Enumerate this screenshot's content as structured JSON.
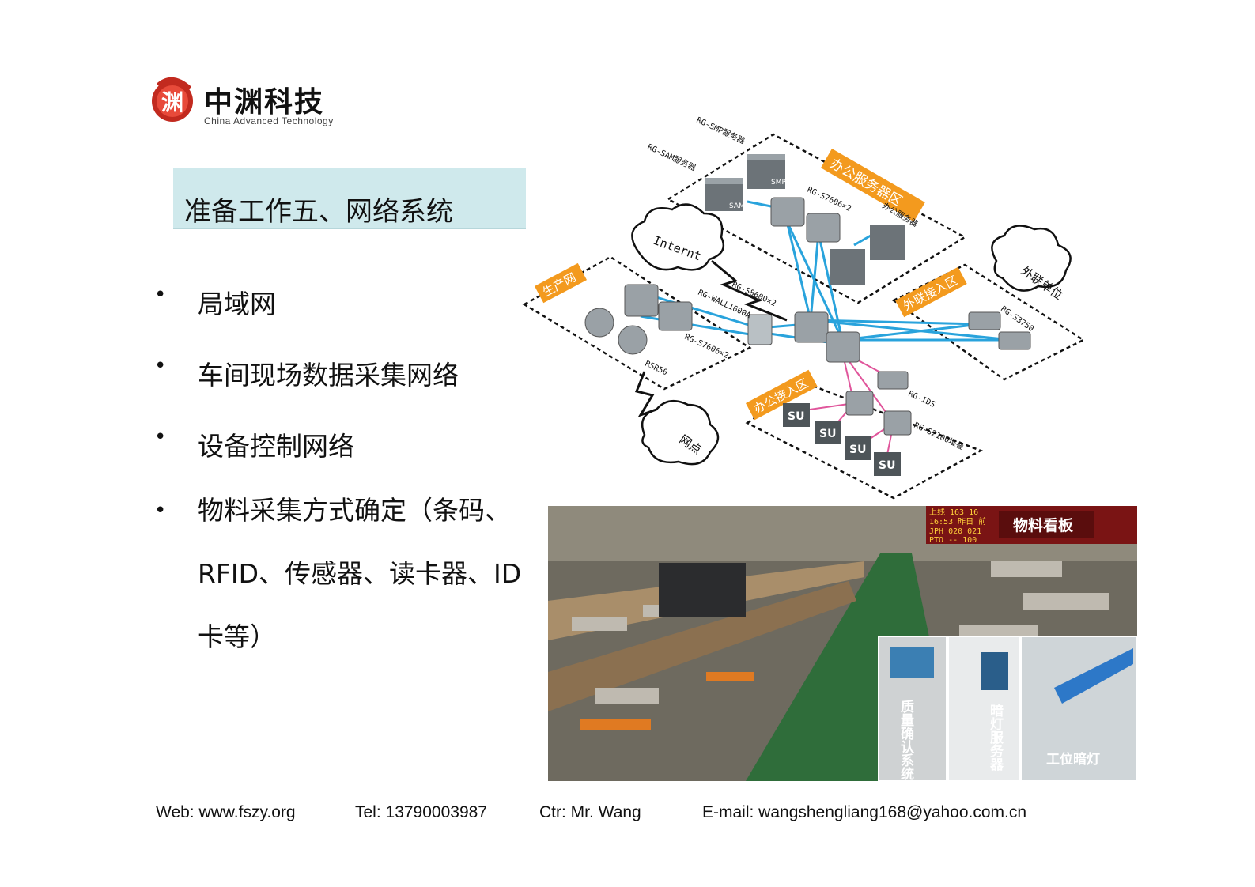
{
  "logo": {
    "name_cn": "中渊科技",
    "name_en": "China Advanced Technology",
    "glyph": "渊"
  },
  "title": "准备工作五、网络系统",
  "bullets": [
    "局域网",
    "车间现场数据采集网络",
    "设备控制网络",
    "物料采集方式确定（条码、RFID、传感器、读卡器、ID卡等）"
  ],
  "diagram": {
    "zones": [
      "办公服务器区",
      "生产网",
      "外联接入区",
      "办公接入区"
    ],
    "clouds": [
      "Internt",
      "外联单位",
      "网点"
    ],
    "labels": {
      "smp": "RG-SMP服务器",
      "sam": "RG-SAM服务器",
      "s7606_top": "RG-S7606×2",
      "office_server": "办公服务器",
      "s8600": "RG-S8600×2",
      "wall": "RG-WALL1600A",
      "s7606_left": "RG-S7606×2",
      "rsr50": "RSR50",
      "s3750": "RG-S3750",
      "ids": "RG-IDS",
      "s2100": "RG-S2100堆叠",
      "su": "SU",
      "smp_box": "SMP",
      "sam_box": "SAM"
    }
  },
  "photo": {
    "board_title": "物料看板",
    "board_rows": [
      "上线 163 16",
      "16:53 昨日 前",
      "JPH 020 021",
      "PTO -- 100"
    ],
    "inset_labels": [
      "质量确认系统",
      "暗灯服务器",
      "工位暗灯"
    ]
  },
  "footer": {
    "web": "Web: www.fszy.org",
    "tel": "Tel: 13790003987",
    "ctr": "Ctr: Mr. Wang",
    "email": "E-mail: wangshengliang168@yahoo.com.cn"
  },
  "colors": {
    "accent_orange": "#f39a1e",
    "title_bg": "#cfe9ec",
    "link_blue": "#29a3dc",
    "link_pink": "#e0559b",
    "logo_red": "#c22a1f"
  }
}
